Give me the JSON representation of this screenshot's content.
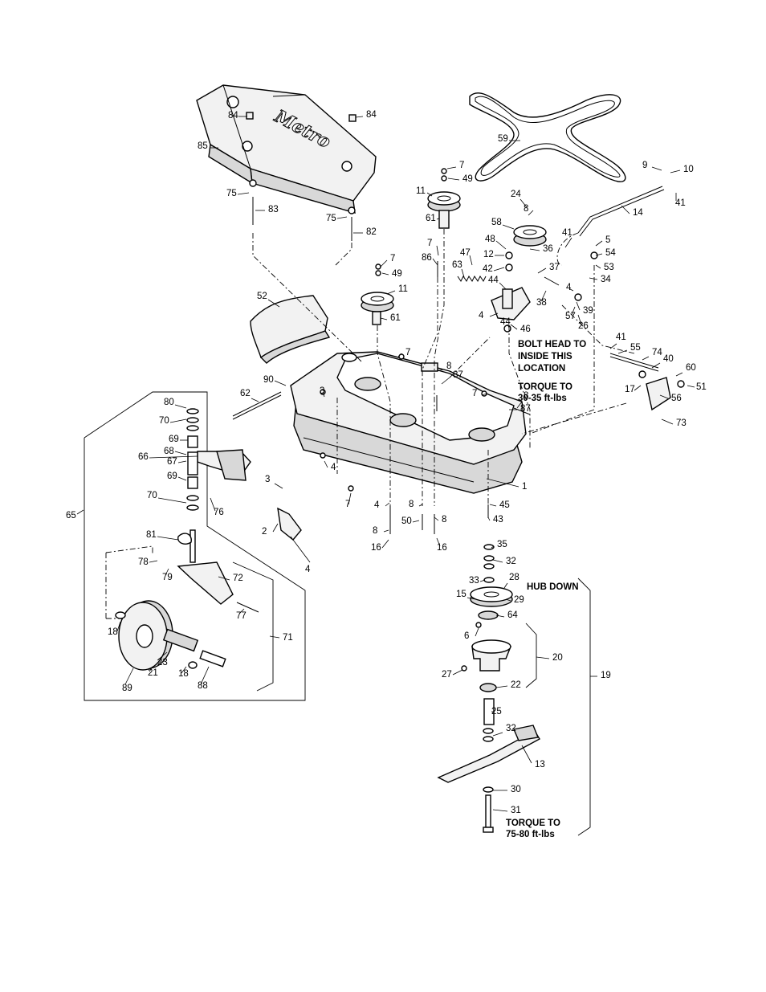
{
  "diagram": {
    "logo_text": "Metro",
    "callouts": [
      "1",
      "2",
      "3",
      "4",
      "5",
      "6",
      "7",
      "8",
      "9",
      "10",
      "11",
      "12",
      "13",
      "14",
      "15",
      "16",
      "17",
      "18",
      "19",
      "20",
      "21",
      "22",
      "23",
      "24",
      "25",
      "26",
      "27",
      "28",
      "29",
      "30",
      "31",
      "32",
      "33",
      "34",
      "35",
      "36",
      "37",
      "38",
      "39",
      "40",
      "41",
      "42",
      "43",
      "44",
      "45",
      "46",
      "47",
      "48",
      "49",
      "50",
      "51",
      "52",
      "53",
      "54",
      "55",
      "56",
      "57",
      "58",
      "59",
      "60",
      "61",
      "62",
      "63",
      "64",
      "65",
      "66",
      "67",
      "68",
      "69",
      "70",
      "71",
      "72",
      "73",
      "74",
      "75",
      "76",
      "77",
      "78",
      "79",
      "80",
      "81",
      "82",
      "83",
      "84",
      "85",
      "86",
      "87",
      "88",
      "89",
      "90"
    ],
    "notes": {
      "bolt_head": [
        "BOLT HEAD TO",
        "INSIDE THIS",
        "LOCATION"
      ],
      "torque_pulley": [
        "TORQUE TO",
        "30-35 ft-lbs"
      ],
      "hub_down": "HUB DOWN",
      "torque_blade": [
        "TORQUE TO",
        "75-80 ft-lbs"
      ]
    }
  }
}
